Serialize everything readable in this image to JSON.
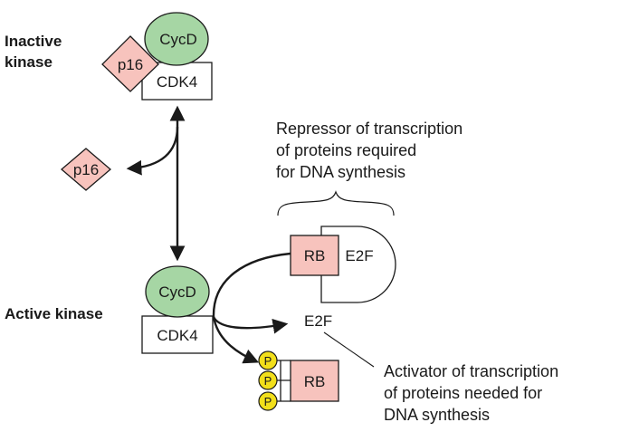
{
  "labels": {
    "inactive_kinase": [
      "Inactive",
      "kinase"
    ],
    "active_kinase": "Active kinase",
    "repressor": [
      "Repressor of transcription",
      "of proteins required",
      "for DNA synthesis"
    ],
    "activator": [
      "Activator of transcription",
      "of proteins needed for",
      "DNA synthesis"
    ]
  },
  "molecules": {
    "cycd": "CycD",
    "cdk4": "CDK4",
    "p16": "p16",
    "rb": "RB",
    "e2f": "E2F",
    "phosphate": "P"
  },
  "colors": {
    "cycd_fill": "#a6d6a4",
    "p16_fill": "#f7c3bd",
    "rb_fill": "#f7c3bd",
    "phosphate_fill": "#f2df1a",
    "stroke": "#1a1a1a"
  }
}
